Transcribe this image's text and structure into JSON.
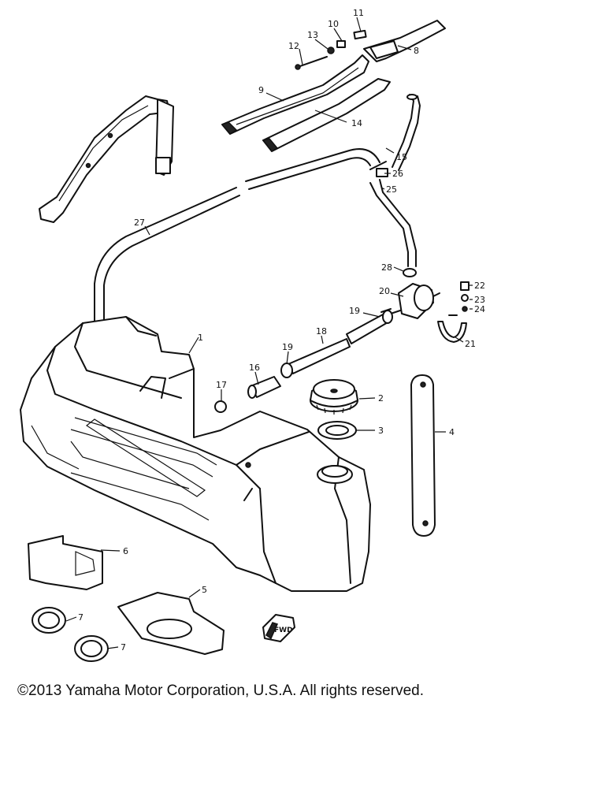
{
  "diagram": {
    "callouts": [
      "1",
      "2",
      "3",
      "4",
      "5",
      "6",
      "7",
      "7",
      "8",
      "9",
      "10",
      "11",
      "12",
      "13",
      "14",
      "15",
      "16",
      "17",
      "18",
      "19",
      "19",
      "20",
      "21",
      "22",
      "23",
      "24",
      "25",
      "26",
      "27",
      "28"
    ],
    "stamp_text": "FWD"
  },
  "copyright": "©2013 Yamaha Motor Corporation, U.S.A. All rights reserved."
}
